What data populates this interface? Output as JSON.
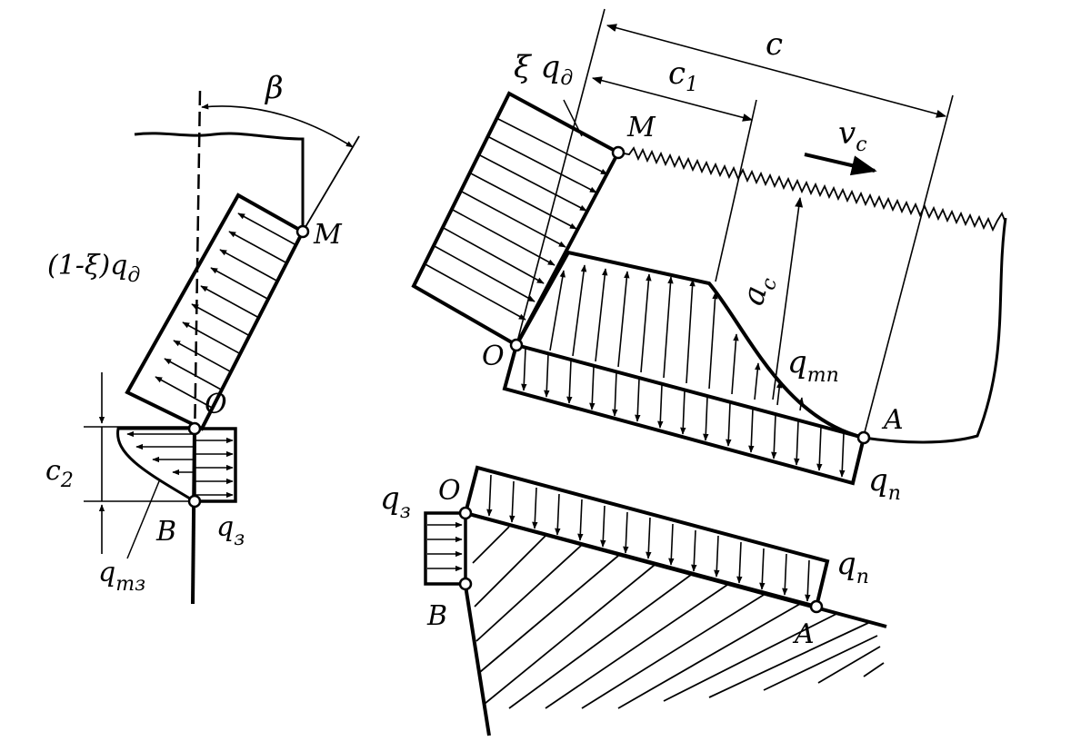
{
  "left_view": {
    "beta": "β",
    "M": "M",
    "load_rake": "(1-ξ)q",
    "load_rake_sub": "д",
    "O": "O",
    "c2": "c",
    "c2_sub": "2",
    "B": "B",
    "q3": "q",
    "q3_sub": "з",
    "qm3": "q",
    "qm3_sub": "mз"
  },
  "right_top_view": {
    "xi_qd": "ξ q",
    "xi_qd_sub": "д",
    "c": "c",
    "c1": "c",
    "c1_sub": "1",
    "M": "M",
    "vc": "v",
    "vc_sub": "c",
    "ac": "a",
    "ac_sub": "c",
    "O": "O",
    "qmn": "q",
    "qmn_sub": "mn",
    "A": "A",
    "qn": "q",
    "qn_sub": "n"
  },
  "right_bottom_view": {
    "q3": "q",
    "q3_sub": "з",
    "O": "O",
    "qn": "q",
    "qn_sub": "n",
    "B": "B",
    "A": "A"
  }
}
